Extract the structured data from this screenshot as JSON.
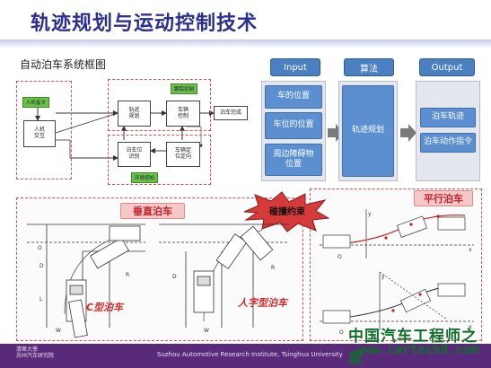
{
  "title": "轨迹规划与运动控制技术",
  "subtitle": "自动泊车系统框图",
  "flow": {
    "human_input": "人机指令",
    "hmi": "人机\n交互",
    "trajectory_plan": "轨迹\n规划",
    "vehicle_control": "车辆\n控制",
    "parking_done": "泊车完成",
    "position_detect": "泊车位\n识别",
    "vehicle_locate": "车辆定\n位定向",
    "tag_tracking": "跟踪控制",
    "tag_environment": "环境感知"
  },
  "pipeline": {
    "input_header": "Input",
    "algo_header": "算法",
    "output_header": "Output",
    "inputs": [
      "车的位置",
      "车位的位置",
      "周边障碍物位置"
    ],
    "algorithm": "轨迹规划",
    "outputs": [
      "泊车轨迹",
      "泊车动作指令"
    ]
  },
  "constraint_label": "碰撞约束",
  "perpendicular": {
    "label": "垂直泊车",
    "c_type": "C型泊车",
    "human_type": "人字型泊车"
  },
  "parallel": {
    "label": "平行泊车"
  },
  "footer": {
    "logo_line1": "清華大學",
    "logo_line2": "苏州汽车研究院",
    "institute": "Suzhou Automotive Research Institute, Tsinghua University"
  },
  "watermark": {
    "cn": "中国汽车工程师之家",
    "url": "www.cartech8.com"
  },
  "colors": {
    "title": "#2b2f8f",
    "accent_blue": "#4a7fc1",
    "pill_blue": "#5b8fd0",
    "alert_red": "#d42a2a",
    "footer_purple": "#5a2a7a",
    "tag_green": "#6cc04a"
  }
}
